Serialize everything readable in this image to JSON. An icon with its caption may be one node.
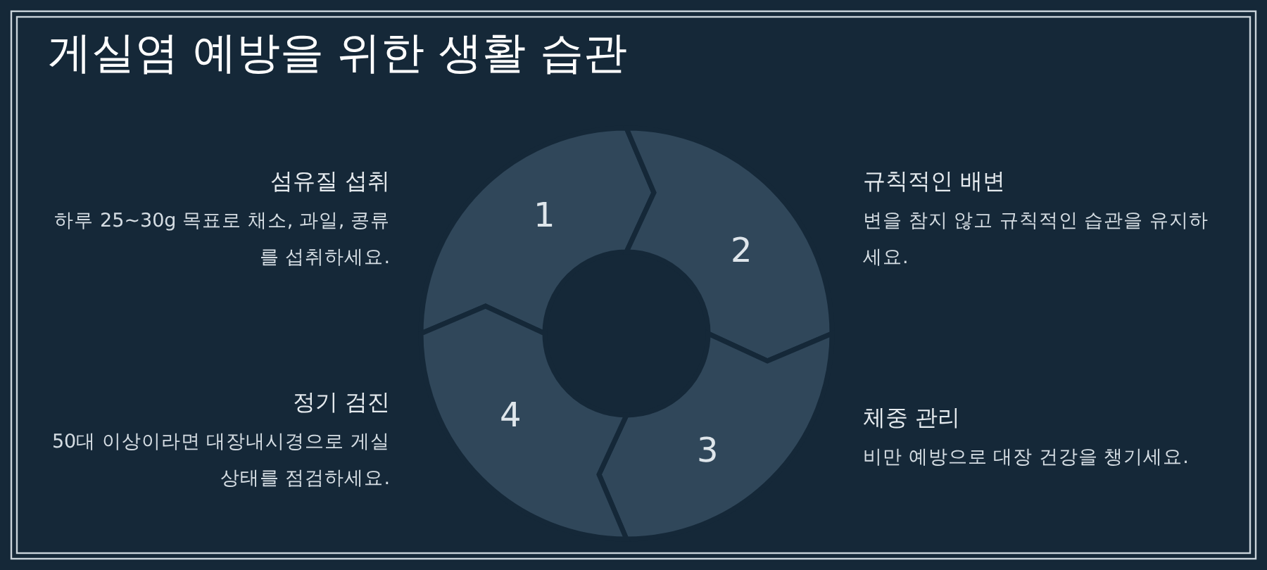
{
  "diagram": {
    "title": "게실염 예방을 위한 생활 습관",
    "nodes": [
      {
        "text": [
          "1"
        ],
        "beside": [
          "섬유질 섭취",
          "하루 25~30g 목표로 채소, 과일, 콩류를 섭취하세요."
        ]
      },
      {
        "text": [
          "2"
        ],
        "beside": [
          "규칙적인 배변",
          "변을 참지 않고 규칙적인 습관을 유지하세요."
        ]
      },
      {
        "text": [
          "3"
        ],
        "beside": [
          "체중 관리",
          "비만 예방으로 대장 건강을 챙기세요."
        ]
      },
      {
        "text": [
          "4"
        ],
        "beside": [
          "정기 검진",
          "50대 이상이라면 대장내시경으로 게실 상태를 점검하세요."
        ]
      }
    ]
  }
}
